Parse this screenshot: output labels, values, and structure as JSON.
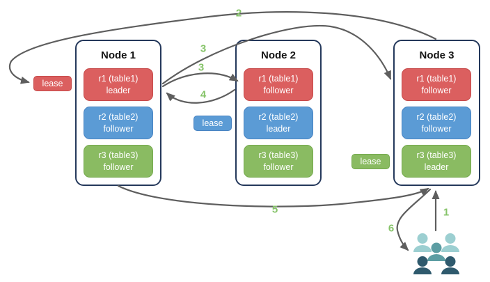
{
  "nodes": [
    {
      "title": "Node 1",
      "replicas": [
        {
          "name": "r1 (table1)",
          "role": "leader",
          "color": "red"
        },
        {
          "name": "r2 (table2)",
          "role": "follower",
          "color": "blue"
        },
        {
          "name": "r3 (table3)",
          "role": "follower",
          "color": "green"
        }
      ]
    },
    {
      "title": "Node 2",
      "replicas": [
        {
          "name": "r1 (table1)",
          "role": "follower",
          "color": "red"
        },
        {
          "name": "r2 (table2)",
          "role": "leader",
          "color": "blue"
        },
        {
          "name": "r3 (table3)",
          "role": "follower",
          "color": "green"
        }
      ]
    },
    {
      "title": "Node 3",
      "replicas": [
        {
          "name": "r1 (table1)",
          "role": "follower",
          "color": "red"
        },
        {
          "name": "r2 (table2)",
          "role": "follower",
          "color": "blue"
        },
        {
          "name": "r3 (table3)",
          "role": "leader",
          "color": "green"
        }
      ]
    }
  ],
  "leases": [
    {
      "label": "lease",
      "color": "red"
    },
    {
      "label": "lease",
      "color": "blue"
    },
    {
      "label": "lease",
      "color": "green"
    }
  ],
  "steps": {
    "s1": "1",
    "s2": "2",
    "s3a": "3",
    "s3b": "3",
    "s4": "4",
    "s5": "5",
    "s6": "6"
  },
  "icons": {
    "clients": "users-group-icon"
  },
  "colors": {
    "node_border": "#24385b",
    "red_fill": "#db5f5f",
    "red_border": "#c64a4a",
    "blue_fill": "#5b9bd5",
    "blue_border": "#4783c2",
    "green_fill": "#8abb62",
    "green_border": "#74a94d",
    "arrow": "#5e5e5e",
    "step_label": "#85c368",
    "users_light": "#9ccfd1",
    "users_medium": "#5c9da3",
    "users_dark": "#2f5a6d"
  }
}
